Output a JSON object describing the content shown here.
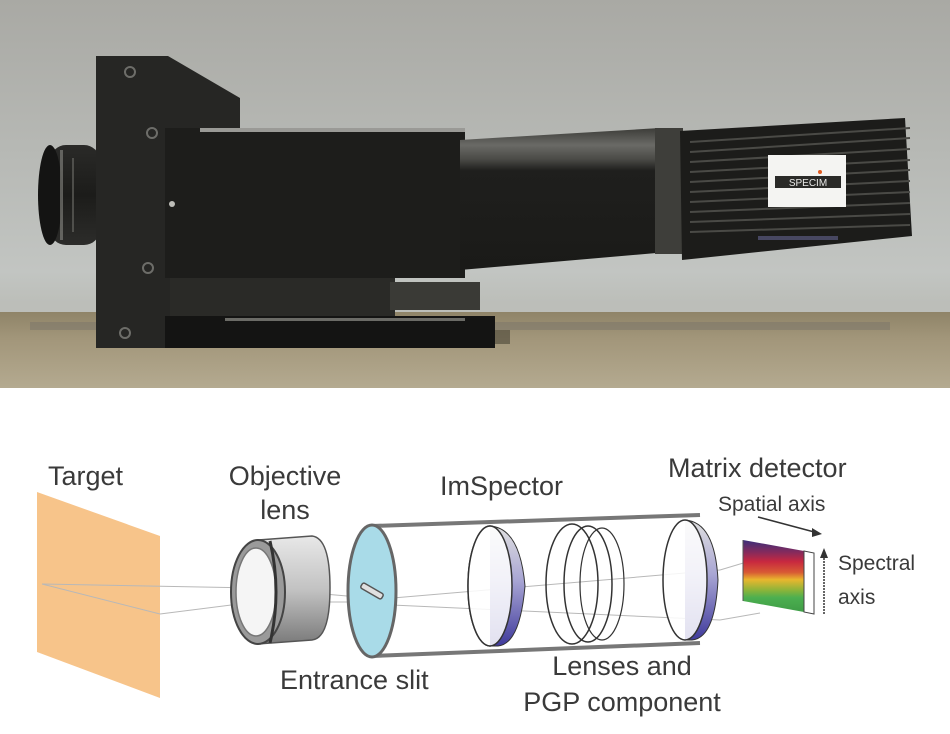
{
  "figure": {
    "photo": {
      "subject": "ImSpector hyperspectral imaging camera",
      "label_text": "SPECIM"
    },
    "diagram": {
      "labels": {
        "target": "Target",
        "objective_lens_line1": "Objective",
        "objective_lens_line2": "lens",
        "imspector": "ImSpector",
        "matrix_detector": "Matrix detector",
        "spatial_axis": "Spatial axis",
        "spectral_axis_line1": "Spectral",
        "spectral_axis_line2": "axis",
        "entrance_slit": "Entrance slit",
        "lenses_pgp_line1": "Lenses and",
        "lenses_pgp_line2": "PGP component"
      },
      "colors": {
        "target": "#f7c48a",
        "slit_disc": "#a9dbe8",
        "lens_rim": "#4b45a6",
        "detector_bands": [
          "#3b2f7a",
          "#c8283f",
          "#e9b62e",
          "#4caf50"
        ],
        "text": "#3a3a3a"
      }
    }
  }
}
